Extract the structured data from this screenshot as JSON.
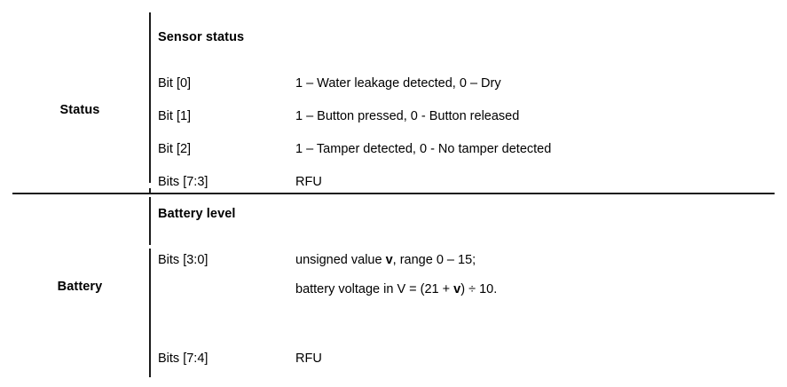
{
  "table": {
    "groups": [
      {
        "label": "Status",
        "heading": "Sensor status",
        "rows": [
          {
            "field": "Bit [0]",
            "description": "1 – Water leakage detected, 0 – Dry"
          },
          {
            "field": "Bit [1]",
            "description": "1 – Button pressed, 0 - Button released"
          },
          {
            "field": "Bit [2]",
            "description": "1 – Tamper detected, 0 - No tamper detected"
          },
          {
            "field": "Bits [7:3]",
            "description": "RFU"
          }
        ]
      },
      {
        "label": "Battery",
        "heading": "Battery level",
        "rows": [
          {
            "field": "Bits [3:0]",
            "description_line1_pre": "unsigned value ",
            "description_line1_var": "v",
            "description_line1_post": ", range 0 – 15;",
            "description_line2_pre": "battery voltage in V = (21 + ",
            "description_line2_var": "v",
            "description_line2_post": ") ÷ 10."
          },
          {
            "field": "Bits [7:4]",
            "description": "RFU"
          }
        ]
      }
    ]
  },
  "colors": {
    "rule": "#1a1a1a",
    "text": "#000000",
    "background": "#ffffff"
  }
}
